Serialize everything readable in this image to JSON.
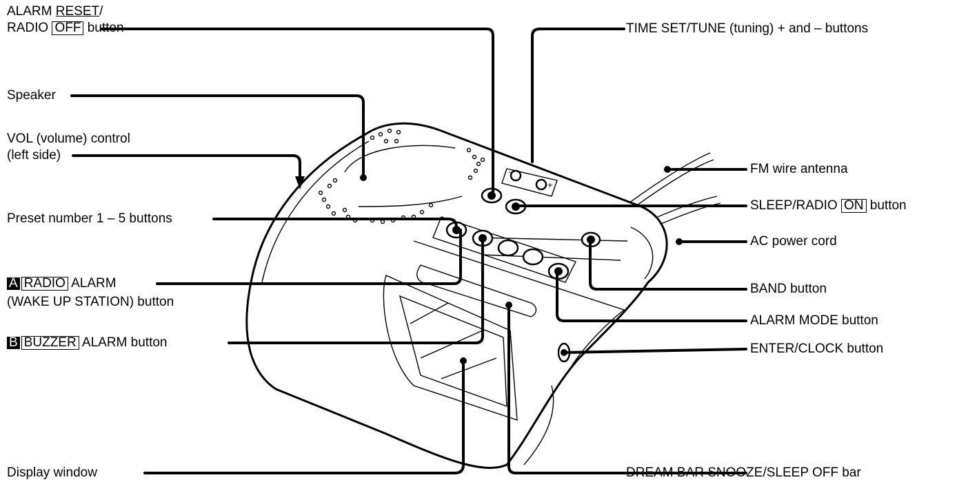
{
  "labels": {
    "alarm_reset_line1": "ALARM ",
    "alarm_reset_under": "RESET",
    "alarm_reset_slash": "/",
    "alarm_reset_line2a": "RADIO ",
    "alarm_reset_boxed": "OFF",
    "alarm_reset_line2b": " button",
    "speaker": "Speaker",
    "vol_line1": "VOL (volume) control",
    "vol_line2": "(left side)",
    "preset": "Preset number 1 – 5 buttons",
    "radio_alarm_tag": "A",
    "radio_alarm_boxed": "RADIO",
    "radio_alarm_text": " ALARM",
    "radio_alarm_line2": "(WAKE UP STATION) button",
    "buzzer_tag": "B",
    "buzzer_boxed": "BUZZER",
    "buzzer_text": " ALARM button",
    "display_window": "Display window",
    "time_set": "TIME SET/TUNE (tuning) + and – buttons",
    "fm_antenna": "FM wire antenna",
    "sleep_radio_text": "SLEEP/RADIO ",
    "sleep_radio_boxed": "ON",
    "sleep_radio_suffix": " button",
    "ac_power": "AC power  cord",
    "band": "BAND button",
    "alarm_mode": "ALARM MODE button",
    "enter_clock": "ENTER/CLOCK button",
    "dream_bar": "DREAM BAR SNOOZE/SLEEP OFF bar"
  },
  "tune_minus": "–",
  "tune_plus": "+"
}
